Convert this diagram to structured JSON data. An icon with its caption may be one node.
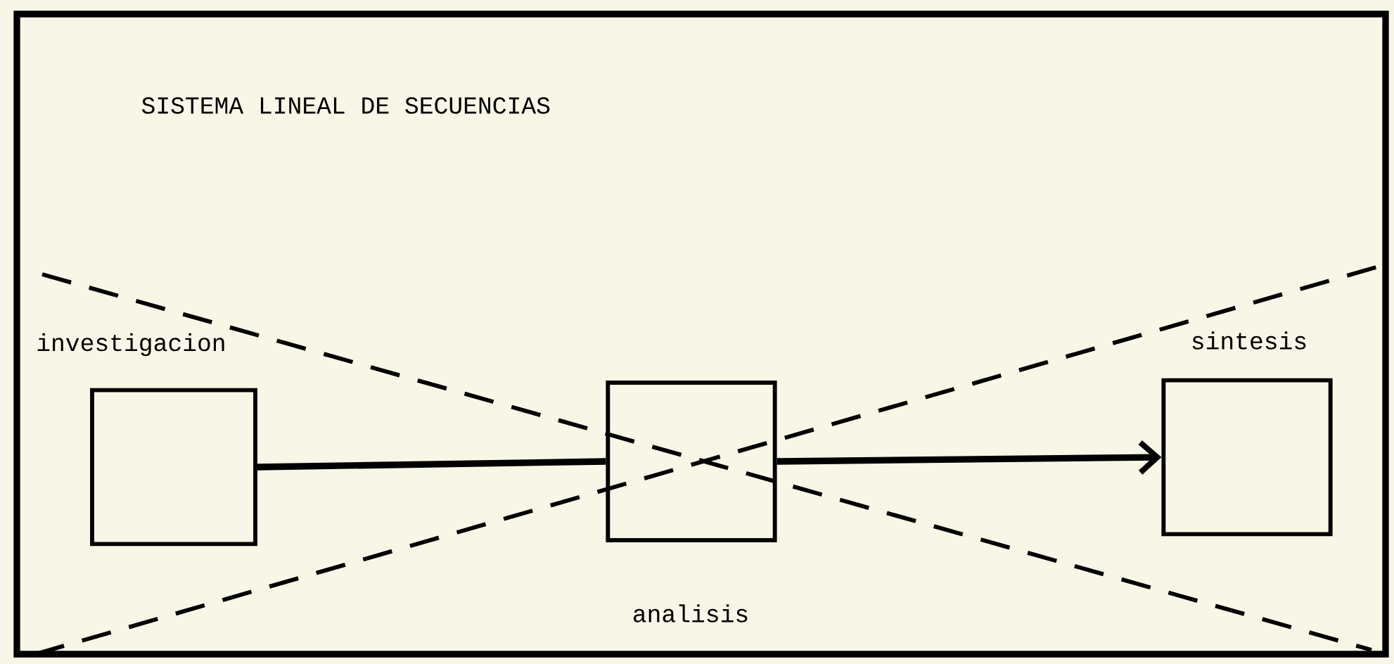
{
  "diagram": {
    "title": "SISTEMA LINEAL DE SECUENCIAS",
    "nodes": [
      {
        "text": [
          "investigacion"
        ]
      },
      {
        "text": [
          "analisis"
        ]
      },
      {
        "text": [
          "sintesis"
        ]
      }
    ],
    "edges": [
      {
        "from": 0,
        "to": 1,
        "arrow": "none"
      },
      {
        "from": 1,
        "to": 2,
        "arrow": "to"
      }
    ]
  }
}
